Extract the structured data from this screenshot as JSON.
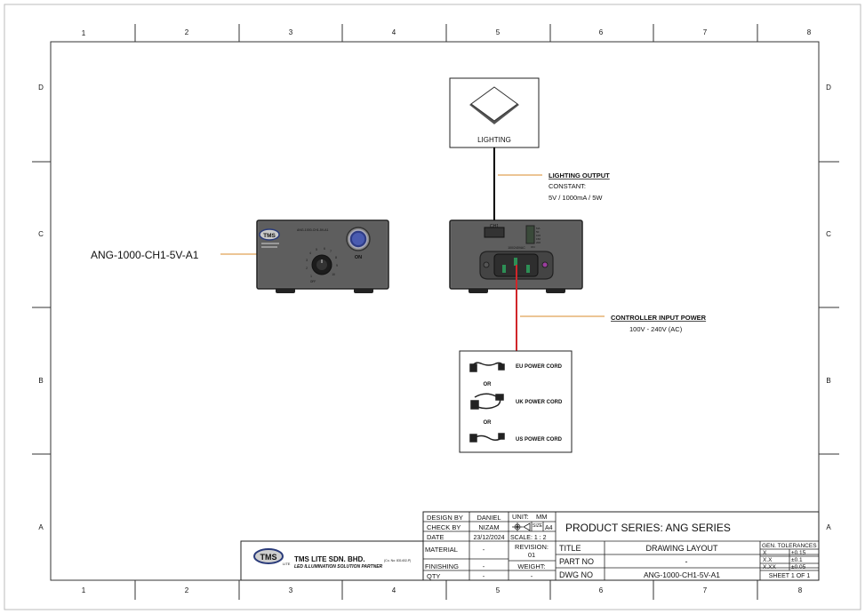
{
  "grid": {
    "columns": [
      "1",
      "2",
      "3",
      "4",
      "5",
      "6",
      "7",
      "8"
    ],
    "rows": [
      "D",
      "C",
      "B",
      "A"
    ]
  },
  "model_label": "ANG-1000-CH1-5V-A1",
  "lighting": {
    "label": "LIGHTING"
  },
  "output_note": {
    "title": "LIGHTING OUTPUT",
    "line1": "CONSTANT:",
    "line2": "5V / 1000mA / 5W"
  },
  "input_note": {
    "title": "CONTROLLER INPUT POWER",
    "line1": "100V - 240V (AC)"
  },
  "controller_front": {
    "logo": "TMS",
    "model_text": "ANG-1000-CH1-5V-A1",
    "on_label": "ON",
    "knob_scale": [
      "1",
      "2",
      "3",
      "4",
      "5",
      "6",
      "7",
      "8",
      "9",
      "10"
    ],
    "off_label": "OFF"
  },
  "controller_back": {
    "channel_label": "CH1",
    "voltage_label": "100/240VAC",
    "dip_labels": [
      "MA",
      "50",
      "100",
      "150",
      "200"
    ],
    "on_label": "ON"
  },
  "power_cords": {
    "items": [
      "EU POWER CORD",
      "UK POWER CORD",
      "US POWER CORD"
    ],
    "separator": "OR"
  },
  "title_block": {
    "company_name": "TMS LITE SDN. BHD.",
    "company_reg": "(Co. No: 831402-P)",
    "company_tagline": "LED ILLUMINATION SOLUTION PARTNER",
    "logo_text": "TMS",
    "logo_sub": "LITE",
    "design_by_label": "DESIGN BY",
    "design_by": "DANIEL",
    "check_by_label": "CHECK BY",
    "check_by": "NIZAM",
    "date_label": "DATE",
    "date": "23/12/2024",
    "material_label": "MATERIAL",
    "material": "-",
    "finishing_label": "FINISHING",
    "finishing": "-",
    "qty_label": "QTY",
    "qty": "-",
    "unit_label": "UNIT:",
    "unit": "MM",
    "size_label": "SIZE",
    "size": "A4",
    "scale_label": "SCALE: 1 : 2",
    "revision_label": "REVISION:",
    "revision": "01",
    "weight_label": "WEIGHT:",
    "weight": "-",
    "product_series": "PRODUCT SERIES: ANG SERIES",
    "title_label": "TITLE",
    "title": "DRAWING LAYOUT",
    "part_no_label": "PART NO",
    "part_no": "-",
    "dwg_no_label": "DWG NO",
    "dwg_no": "ANG-1000-CH1-5V-A1",
    "tolerances_label": "GEN. TOLERANCES",
    "tolerances": [
      {
        "k": "X",
        "v": "±0.15"
      },
      {
        "k": "X.X",
        "v": "±0.1"
      },
      {
        "k": "X.XX",
        "v": "±0.05"
      }
    ],
    "sheet": "SHEET 1 OF 1"
  }
}
